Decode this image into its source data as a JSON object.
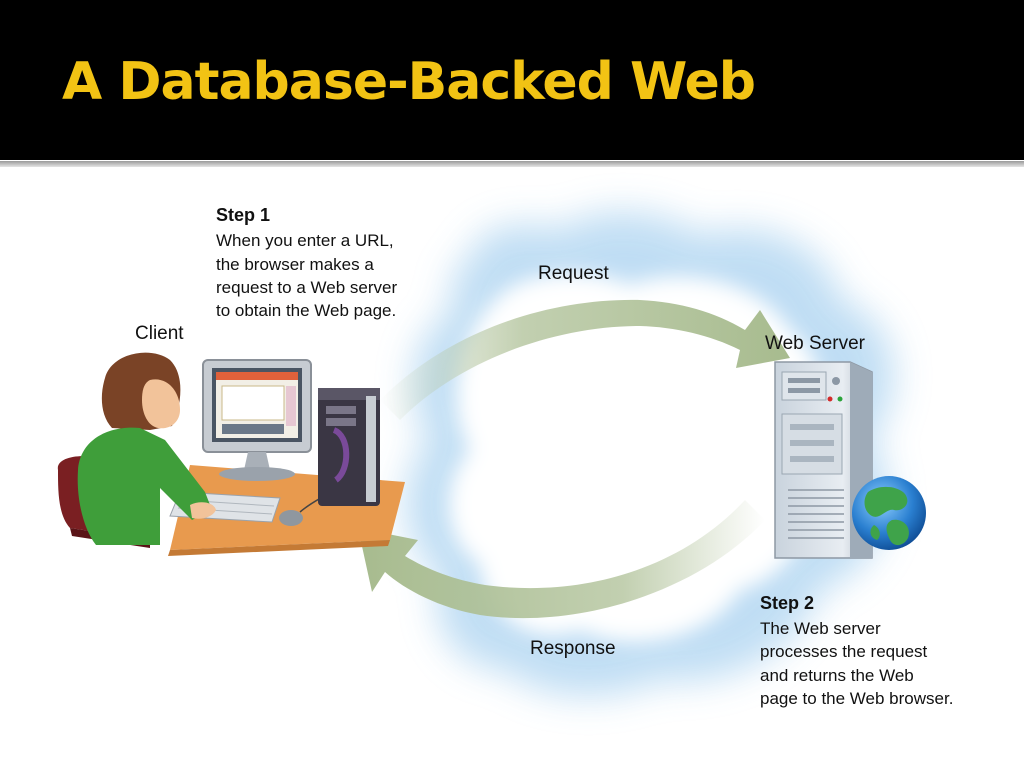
{
  "slide": {
    "title": "A Database-Backed Web"
  },
  "diagram": {
    "client_label": "Client",
    "server_label": "Web Server",
    "request_label": "Request",
    "response_label": "Response",
    "step1": {
      "title": "Step 1",
      "lines": [
        "When you enter a URL,",
        "the browser makes a",
        "request to a Web server",
        "to obtain the Web page."
      ]
    },
    "step2": {
      "title": "Step 2",
      "lines": [
        "The Web server",
        "processes the request",
        "and returns the Web",
        "page to the Web browser."
      ]
    }
  },
  "colors": {
    "title_text": "#f2c314",
    "title_bar": "#000000",
    "arrow": "#b7c7a2",
    "cloud": "#cfe5f6"
  }
}
